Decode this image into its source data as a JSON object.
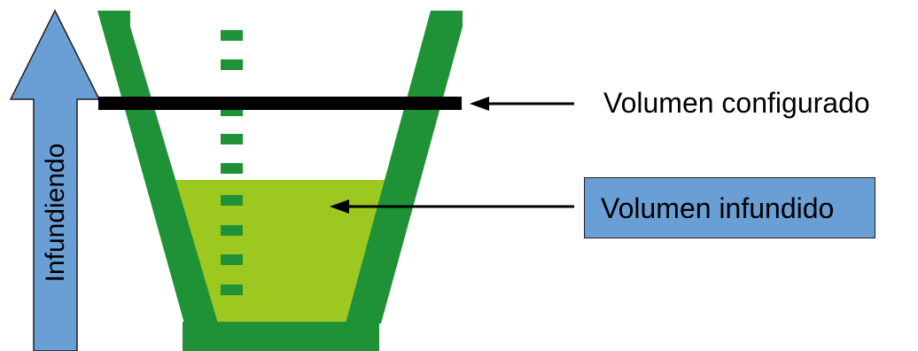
{
  "labels": {
    "configured_volume": "Volumen configurado",
    "infused_volume": "Volumen infundido",
    "infusing": "Infundiendo"
  },
  "colors": {
    "container": "#1f9237",
    "liquid": "#9cc820",
    "arrow_fill": "#6a9fd6",
    "box_fill": "#6a9fd6",
    "line": "#000000"
  },
  "icons": {
    "container": "beaker-icon",
    "up_arrow": "up-arrow-icon"
  }
}
